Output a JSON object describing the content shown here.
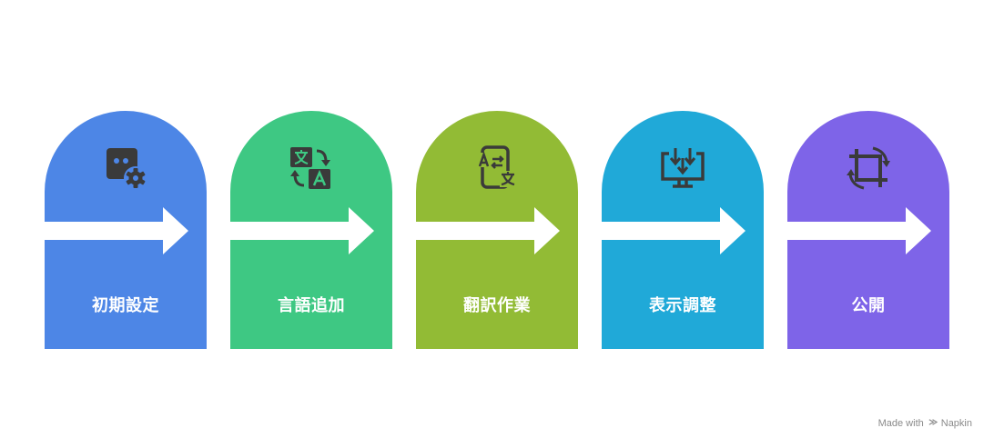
{
  "steps": [
    {
      "label": "初期設定",
      "color": "#4d86e6",
      "icon": "settings-monitor-icon"
    },
    {
      "label": "言語追加",
      "color": "#3ec883",
      "icon": "translate-icon"
    },
    {
      "label": "翻訳作業",
      "color": "#92bb35",
      "icon": "phone-translate-icon"
    },
    {
      "label": "表示調整",
      "color": "#20a9d8",
      "icon": "monitor-download-icon"
    },
    {
      "label": "公開",
      "color": "#7e64e8",
      "icon": "crop-rotate-icon"
    }
  ],
  "credit": {
    "made_with": "Made with",
    "brand": "Napkin"
  },
  "colors": {
    "icon": "#3a3a3a",
    "arrow": "#ffffff"
  }
}
